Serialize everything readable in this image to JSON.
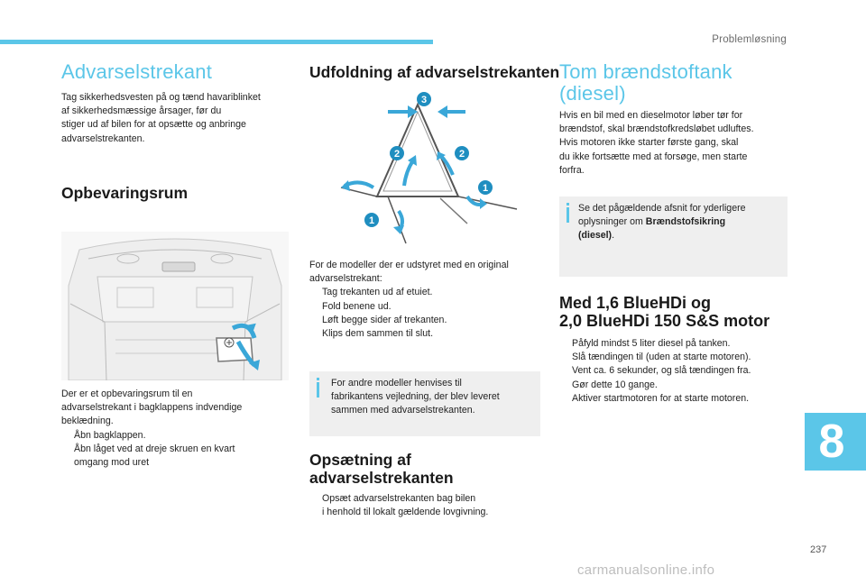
{
  "header": {
    "section": "Problemløsning"
  },
  "col1": {
    "title": "Advarselstrekant",
    "intro": [
      "Tag sikkerhedsvesten på og tænd havariblinket",
      "af sikkerhedsmæssige årsager, før du",
      "stiger ud af bilen for at opsætte og anbringe",
      "advarselstrekanten."
    ],
    "storage_title": "Opbevaringsrum",
    "storage_text": [
      "Der er et opbevaringsrum til en",
      "advarselstrekant i bagklappens indvendige",
      "beklædning."
    ],
    "steps": [
      [
        "Åbn bagklappen."
      ],
      [
        "Åbn låget ved at dreje skruen en kvart",
        "omgang mod uret"
      ]
    ]
  },
  "col2": {
    "title": "Udfoldning af advarselstrekanten",
    "callouts": [
      "3",
      "2",
      "2",
      "1",
      "1"
    ],
    "intro": [
      "For de modeller der er udstyret med en original",
      "advarselstrekant:"
    ],
    "steps": [
      [
        "Tag trekanten ud af etuiet."
      ],
      [
        "Fold benene ud."
      ],
      [
        "Løft begge sider af trekanten."
      ],
      [
        "Klips dem sammen til slut."
      ]
    ],
    "info": [
      "For andre modeller henvises til",
      "fabrikantens vejledning, der blev leveret",
      "sammen med advarselstrekanten."
    ],
    "setup_title": [
      "Opsætning af",
      "advarselstrekanten"
    ],
    "setup_steps": [
      [
        "Opsæt advarselstrekanten bag bilen",
        "i henhold til lokalt gældende lovgivning."
      ]
    ]
  },
  "col3": {
    "title": [
      "Tom brændstoftank",
      "(diesel)"
    ],
    "intro": [
      "Hvis en bil med en dieselmotor løber tør for",
      "brændstof, skal brændstofkredsløbet udluftes.",
      "Hvis motoren ikke starter første gang, skal",
      "du ikke fortsætte med at forsøge, men starte",
      "forfra."
    ],
    "info_lines": [
      "Se det pågældende afsnit for yderligere",
      "oplysninger om "
    ],
    "info_bold": [
      "Brændstofsikring",
      "(diesel)"
    ],
    "info_end": ".",
    "engine_title": [
      "Med 1,6 BlueHDi og",
      "2,0 BlueHDi 150 S&S motor"
    ],
    "steps": [
      [
        "Påfyld mindst 5 liter diesel på tanken."
      ],
      [
        "Slå tændingen til (uden at starte motoren)."
      ],
      [
        "Vent ca. 6 sekunder, og slå tændingen fra."
      ],
      [
        "Gør dette 10 gange."
      ],
      [
        "Aktiver startmotoren for at starte motoren."
      ]
    ]
  },
  "bullet_glyph": "",
  "chapter": "8",
  "page_number": "237",
  "watermark": "carmanualsonline.info"
}
